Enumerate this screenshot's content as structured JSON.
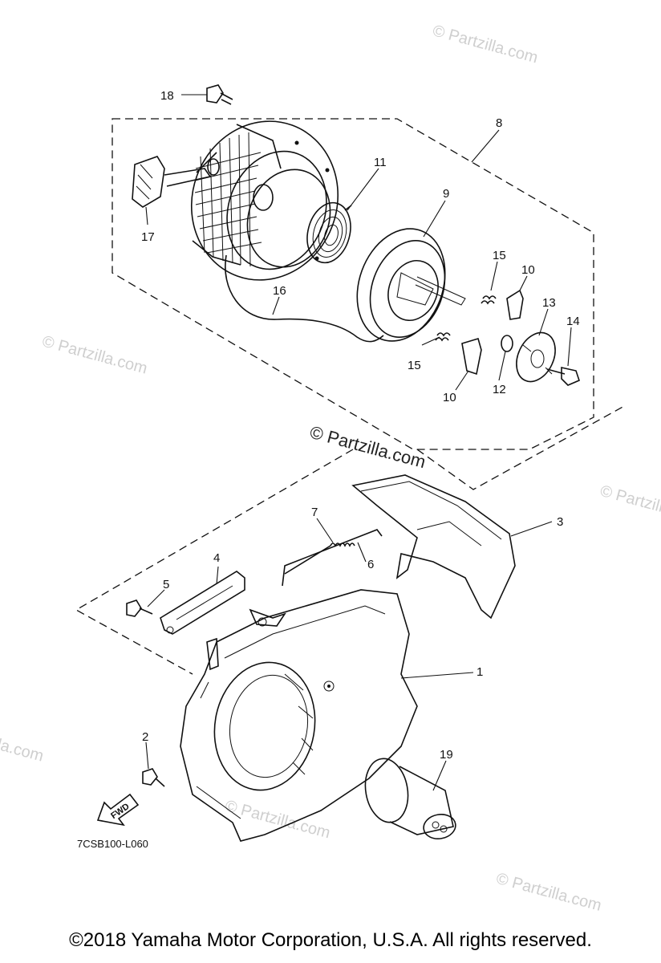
{
  "watermark": {
    "text": "© Partzilla.com",
    "center_text": "© Partzilla.com"
  },
  "diagram_code": "7CSB100-L060",
  "fwd_label": "FWD",
  "callouts": {
    "c1": "1",
    "c2": "2",
    "c3": "3",
    "c4": "4",
    "c5": "5",
    "c6": "6",
    "c7": "7",
    "c8": "8",
    "c9": "9",
    "c10a": "10",
    "c10b": "10",
    "c11": "11",
    "c12": "12",
    "c13": "13",
    "c14": "14",
    "c15a": "15",
    "c15b": "15",
    "c16": "16",
    "c17": "17",
    "c18": "18",
    "c19": "19"
  },
  "copyright": "©2018  Yamaha Motor Corporation, U.S.A. All rights reserved."
}
